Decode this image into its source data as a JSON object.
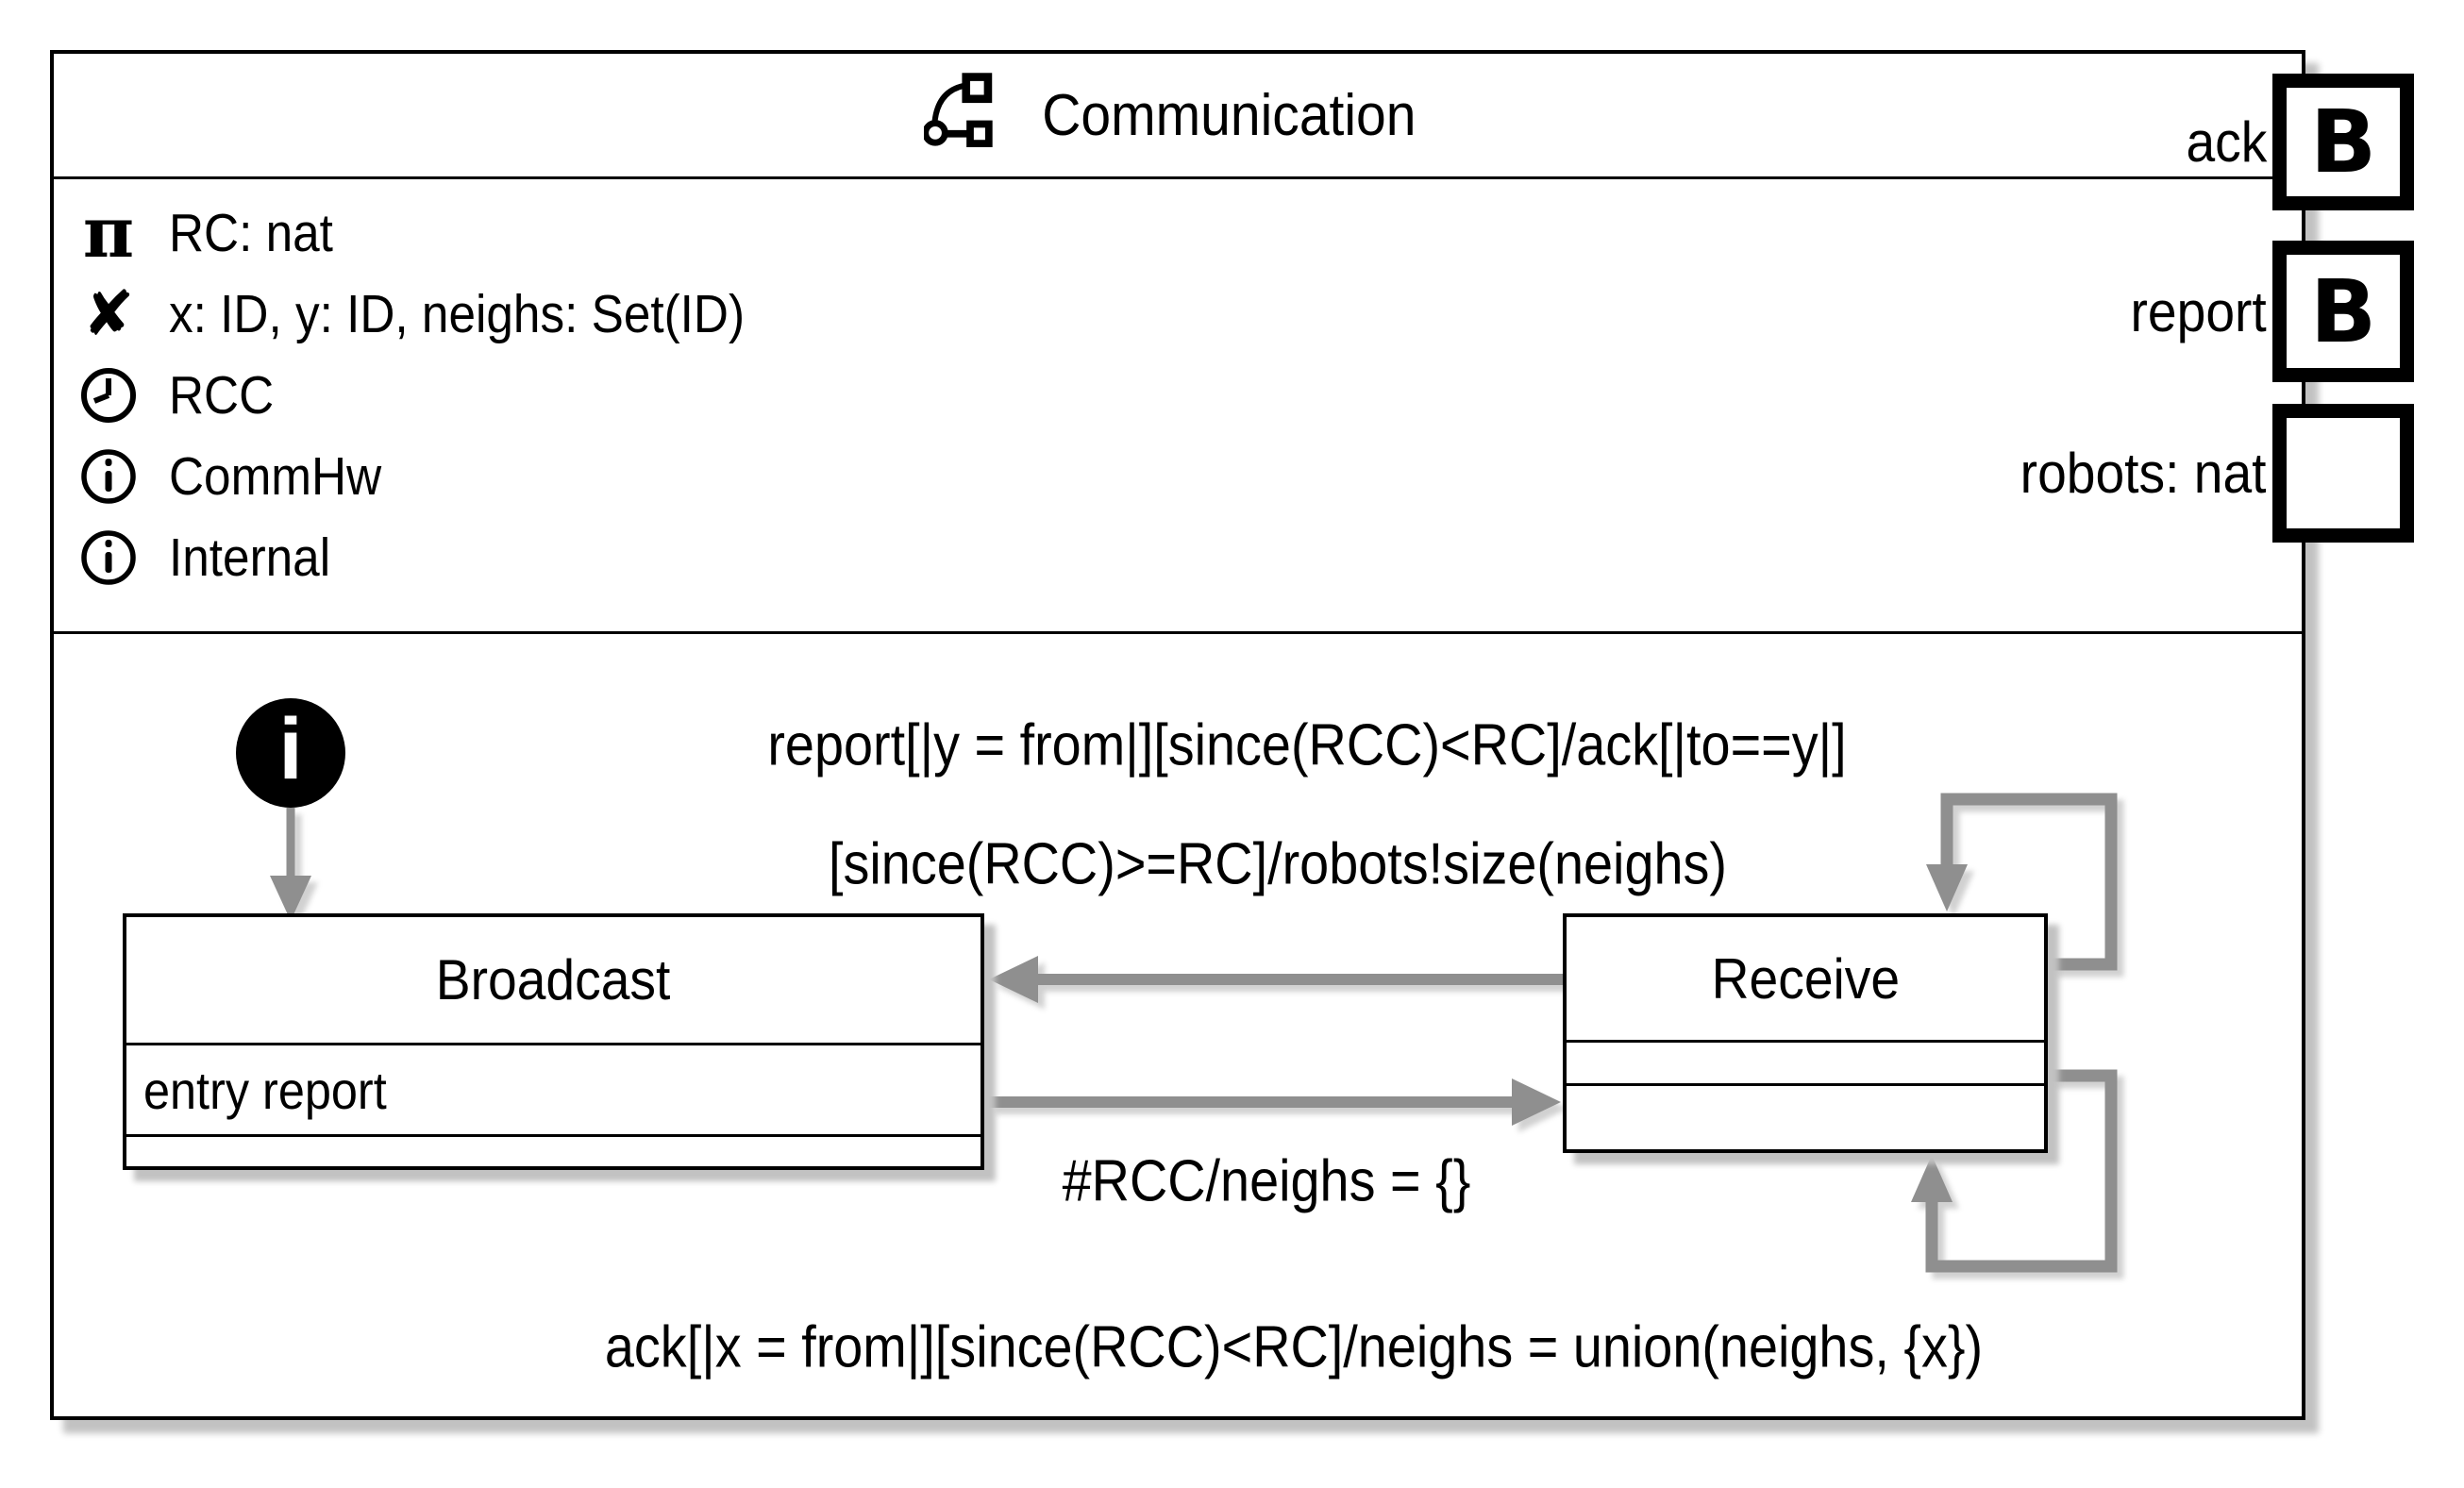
{
  "window": {
    "title": "Communication"
  },
  "declarations": [
    {
      "icon": "pi-icon",
      "label": "RC: nat"
    },
    {
      "icon": "x-icon",
      "label": "x: ID, y: ID, neighs: Set(ID)"
    },
    {
      "icon": "clock-icon",
      "label": "RCC"
    },
    {
      "icon": "info-icon",
      "label": "CommHw"
    },
    {
      "icon": "info-icon",
      "label": "Internal"
    }
  ],
  "ports": [
    {
      "label": "ack",
      "marker": "B"
    },
    {
      "label": "report",
      "marker": "B"
    },
    {
      "label": "robots: nat",
      "marker": ""
    }
  ],
  "statechart": {
    "initial_label": "i",
    "states": {
      "broadcast": {
        "name": "Broadcast",
        "entry_action": "entry report"
      },
      "receive": {
        "name": "Receive"
      }
    },
    "transitions": {
      "receive_self_top": {
        "label": "report[|y = from|][since(RCC)<RC]/ack[|to==y|]"
      },
      "receive_to_broadcast": {
        "label": "[since(RCC)>=RC]/robots!size(neighs)"
      },
      "broadcast_to_receive": {
        "label": "#RCC/neighs = {}"
      },
      "receive_self_bottom": {
        "label": "ack[|x = from|][since(RCC)<RC]/neighs = union(neighs, {x})"
      }
    }
  },
  "colors": {
    "arrow": "#8f8f8f",
    "border": "#000000",
    "shadow": "#c2c2c2",
    "background": "#ffffff"
  }
}
